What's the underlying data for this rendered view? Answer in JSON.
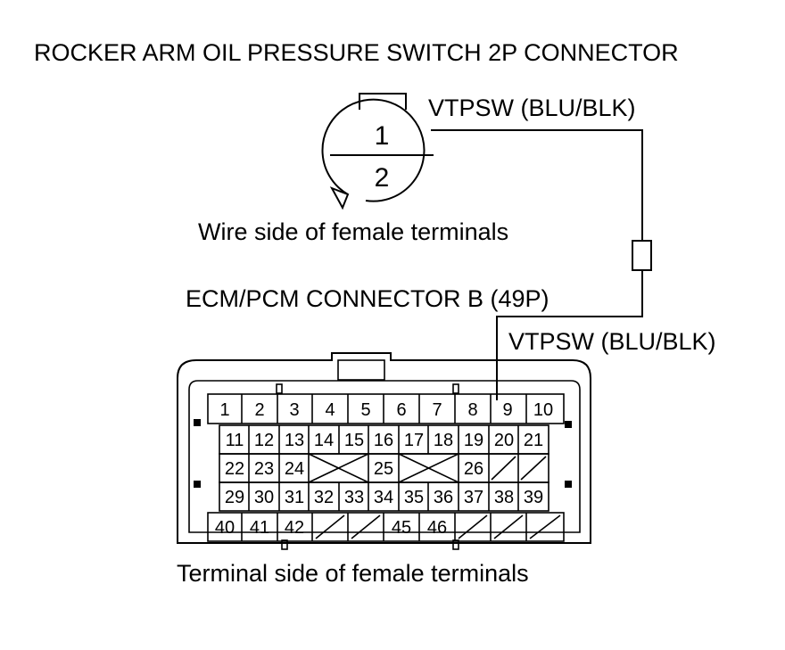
{
  "title": "ROCKER ARM OIL PRESSURE SWITCH 2P CONNECTOR",
  "switch_connector": {
    "wire_label": "VTPSW (BLU/BLK)",
    "pin_top": "1",
    "pin_bottom": "2",
    "caption": "Wire side of female terminals"
  },
  "ecm_connector": {
    "title": "ECM/PCM CONNECTOR B (49P)",
    "wire_label": "VTPSW (BLU/BLK)",
    "caption": "Terminal side of female terminals",
    "rows": [
      [
        "1",
        "2",
        "3",
        "4",
        "5",
        "6",
        "7",
        "8",
        "9",
        "10"
      ],
      [
        "11",
        "12",
        "13",
        "14",
        "15",
        "16",
        "17",
        "18",
        "19",
        "20",
        "21"
      ],
      [
        "22",
        "23",
        "24",
        "",
        "25",
        "",
        "26",
        "",
        ""
      ],
      [
        "29",
        "30",
        "31",
        "32",
        "33",
        "34",
        "35",
        "36",
        "37",
        "38",
        "39"
      ],
      [
        "40",
        "41",
        "42",
        "",
        "",
        "45",
        "46",
        "",
        "",
        ""
      ]
    ]
  },
  "colors": {
    "line": "#000000",
    "background": "#ffffff"
  }
}
